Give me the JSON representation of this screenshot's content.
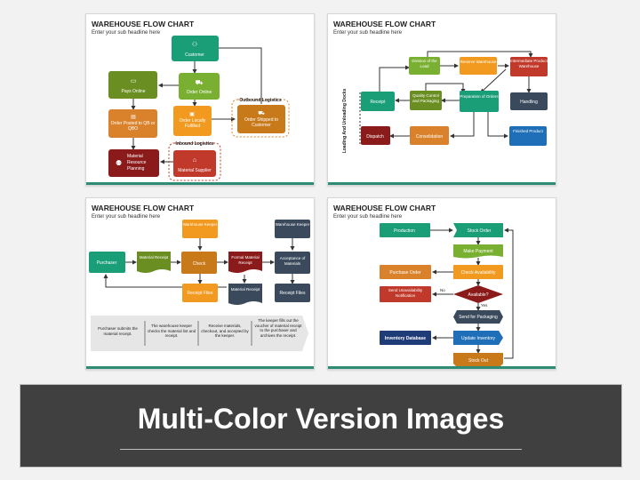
{
  "slides": [
    {
      "title": "WAREHOUSE FLOW CHART",
      "subtitle": "Enter your sub headline here",
      "nodes": {
        "customer": "Customer",
        "order_online": "Order Online",
        "pays_online": "Pays Online",
        "order_posted": "Order Posted to QB or QBO",
        "order_fulfilled": "Order Locally Fulfilled",
        "order_shipped": "Order Shipped to Customer",
        "mrp_1": "Material",
        "mrp_2": "Resource",
        "mrp_3": "Planning",
        "material_supplier": "Material Supplier"
      },
      "labels": {
        "outbound": "Outbound Logistics",
        "inbound": "Inbound Logistics"
      }
    },
    {
      "title": "WAREHOUSE FLOW CHART",
      "subtitle": "Enter your sub headline here",
      "nodes": {
        "division": "Division of the Load",
        "reserve": "Reserve Warehouse",
        "intermediate": "Intermediate Product Warehouse",
        "receipt": "Receipt",
        "quality": "Quality Control and Packaging",
        "preparation": "Preparation of Orders",
        "handling": "Handling",
        "dispatch": "Dispatch",
        "consolidation": "Consolidation",
        "finished": "Finished Product"
      },
      "side_label": "Loading And Unloading Docks"
    },
    {
      "title": "WAREHOUSE FLOW CHART",
      "subtitle": "Enter your sub headline here",
      "nodes": {
        "purchaser": "Purchaser",
        "material_receipt": "Material Receipt",
        "warehouse_keeper_1": "Warehouse Keeper",
        "check": "Check",
        "formal_receipt": "Formal Material Receipt",
        "warehouse_keeper_2": "Warehouse Keeper",
        "acceptance": "Acceptance of Materials",
        "receipt_files_1": "Receipt Files",
        "material_receipt_2": "Material Receipt",
        "receipt_files_2": "Receipt Files"
      },
      "steps": [
        "Purchaser submits the material receipt.",
        "The warehouse keeper checks the material list and receipt.",
        "Receive materials, checkout, and accepted by the keeper.",
        "The keeper fills out the voucher of material receipt to the purchaser and archives the receipt."
      ]
    },
    {
      "title": "WAREHOUSE FLOW CHART",
      "subtitle": "Enter your sub headline here",
      "nodes": {
        "production": "Production",
        "stock_order": "Stock Order",
        "make_payment": "Make Payment",
        "purchase_order": "Purchase Order",
        "check_availability": "Check Availability",
        "send_unavailability": "Send Unavailability Notification",
        "available": "Available?",
        "send_packaging": "Send for Packaging",
        "inventory_db": "Inventory Database",
        "update_inventory": "Update Inventory",
        "stock_out": "Stock Out"
      },
      "edge_labels": {
        "no": "No",
        "yes": "Yes"
      }
    }
  ],
  "banner": {
    "title": "Multi-Color Version Images"
  },
  "colors": {
    "teal": "#1a9e78",
    "green": "#7ab032",
    "olive": "#6b8e23",
    "orange": "#f29a1f",
    "dorange": "#d9822b",
    "red": "#c0392b",
    "maroon": "#8b1a1a",
    "navy": "#3a4a5c",
    "blue": "#1f6fb8",
    "accent": "#2e8b74",
    "banner_bg": "#404040"
  }
}
